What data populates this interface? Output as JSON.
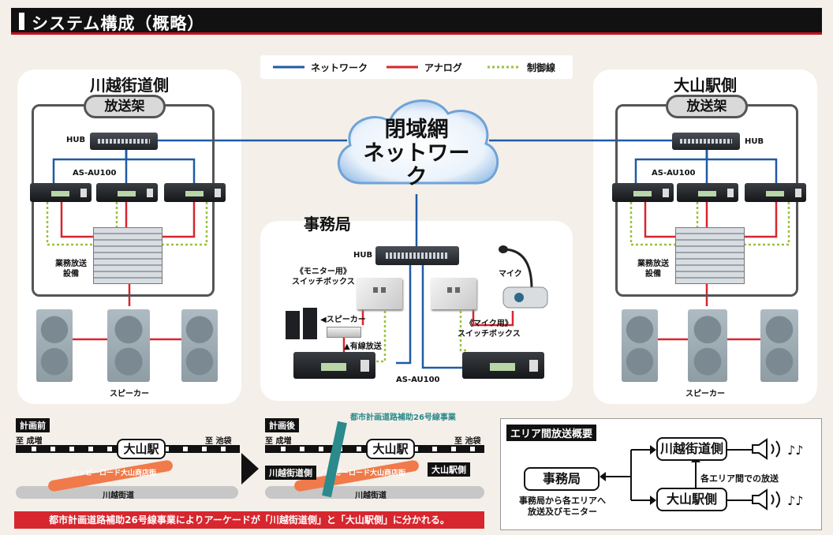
{
  "title": "システム構成（概略）",
  "legend": {
    "network": "ネットワーク",
    "analog": "アナログ",
    "control": "制御線"
  },
  "left": {
    "title": "川越街道側",
    "rack": "放送架",
    "hub": "HUB",
    "au": "AS-AU100",
    "equipment": "業務放送\n設備",
    "speaker": "スピーカー"
  },
  "right": {
    "title": "大山駅側",
    "rack": "放送架",
    "hub": "HUB",
    "au": "AS-AU100",
    "equipment": "業務放送\n設備",
    "speaker": "スピーカー"
  },
  "cloud": {
    "line1": "閉域網",
    "line2": "ネットワーク"
  },
  "office": {
    "title": "事務局",
    "hub": "HUB",
    "mic": "マイク",
    "monitor_switch": "《モニター用》\nスイッチボックス",
    "speaker": "◀スピーカー",
    "cable": "▲有線放送",
    "mic_switch": "《マイク用》\nスイッチボックス",
    "au": "AS-AU100"
  },
  "map_before": {
    "tag": "計画前",
    "left_dir": "至 成増",
    "right_dir": "至 池袋",
    "station": "大山駅",
    "arcade": "ハッピーロード大山商店街",
    "road": "川越街道"
  },
  "map_after": {
    "tag": "計画後",
    "project": "都市計画道路補助26号線事業",
    "left_dir": "至 成増",
    "right_dir": "至 池袋",
    "station": "大山駅",
    "arcade": "ハッピーロード大山商店街",
    "road": "川越街道",
    "left_side": "川越街道側",
    "right_side": "大山駅側"
  },
  "note": "都市計画道路補助26号線事業によりアーケードが「川越街道側」と「大山駅側」に分かれる。",
  "overview": {
    "title": "エリア間放送概要",
    "office": "事務局",
    "office_desc": "事務局から各エリアへ\n放送及びモニター",
    "area1": "川越街道側",
    "area2": "大山駅側",
    "between": "各エリア間での放送"
  },
  "colors": {
    "network": "#1f5aa6",
    "analog": "#d7262e",
    "control": "#9ac23c",
    "title_bg": "#111111",
    "accent": "#c8101f",
    "teal": "#2a8a8c",
    "orange": "#f07a4a"
  }
}
